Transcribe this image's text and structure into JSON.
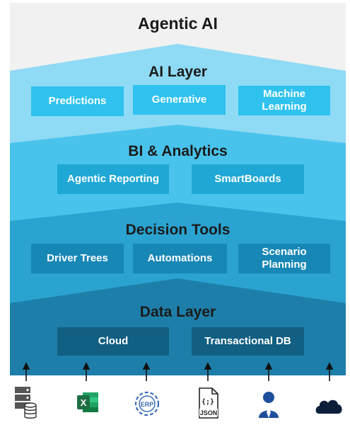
{
  "top_title": "Agentic AI",
  "layers": [
    {
      "id": "ai",
      "title": "AI Layer",
      "boxes": [
        "Predictions",
        "Generative",
        "Machine Learning"
      ]
    },
    {
      "id": "bi",
      "title": "BI & Analytics",
      "boxes": [
        "Agentic Reporting",
        "SmartBoards"
      ]
    },
    {
      "id": "dt",
      "title": "Decision Tools",
      "boxes": [
        "Driver Trees",
        "Automations",
        "Scenario Planning"
      ]
    },
    {
      "id": "dl",
      "title": "Data Layer",
      "boxes": [
        "Cloud",
        "Transactional DB"
      ]
    }
  ],
  "colors": {
    "background_band": "#f1f1f1",
    "ai_layer": "#8fdaf4",
    "bi_layer": "#49c3ec",
    "decision_layer": "#2aa3d0",
    "data_layer": "#1d7fa9",
    "ai_box": "#2fc2ee",
    "bi_box": "#1fa8d6",
    "decision_box": "#1787b5",
    "data_box": "#115f82",
    "excel": "#1d6f42",
    "person": "#1f4e9c",
    "cloud": "#0b1f3a"
  },
  "sources": [
    {
      "icon": "server-database-icon"
    },
    {
      "icon": "excel-icon",
      "glyph": "X"
    },
    {
      "icon": "erp-gear-icon",
      "glyph": "ERP"
    },
    {
      "icon": "json-file-icon",
      "glyph": "{;}",
      "label": "JSON"
    },
    {
      "icon": "person-icon"
    },
    {
      "icon": "cloud-icon"
    }
  ]
}
